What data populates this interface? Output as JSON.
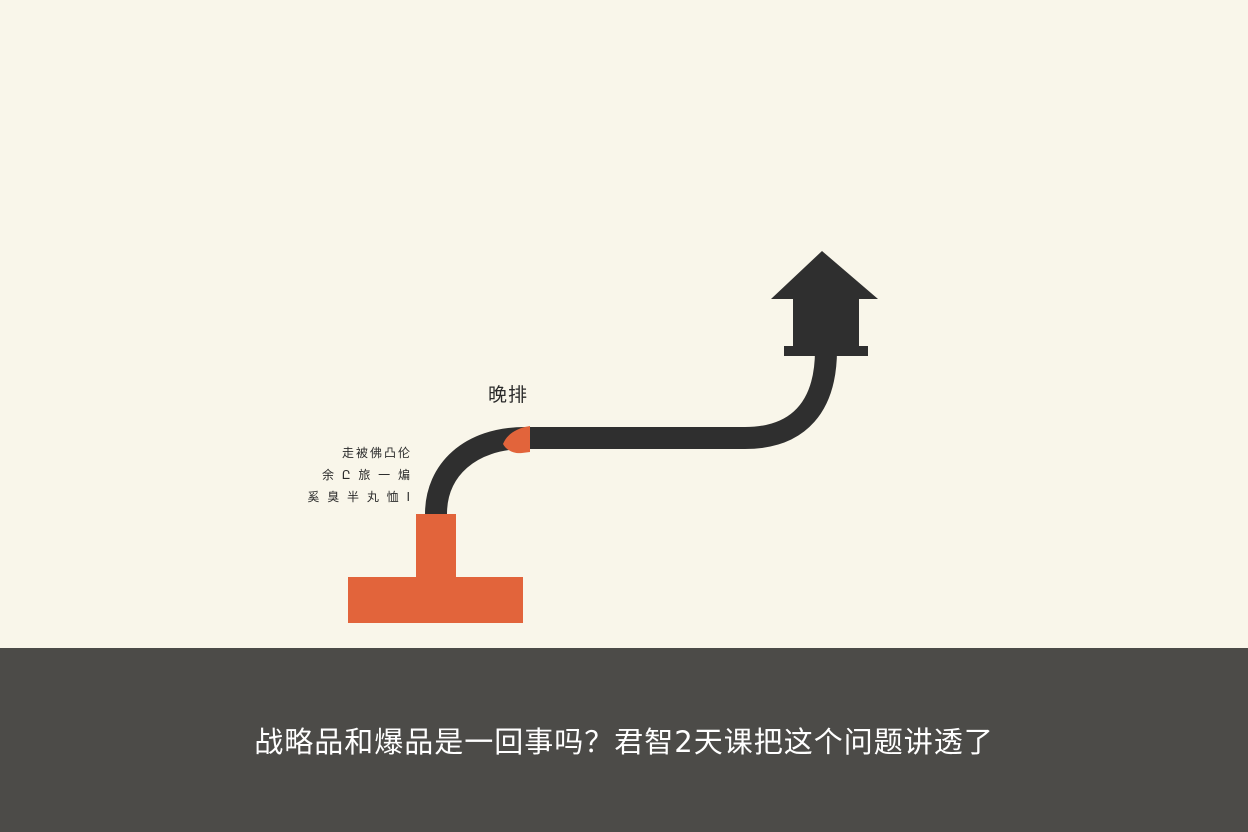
{
  "colors": {
    "background": "#f9f6ea",
    "band": "#4c4b48",
    "dark": "#2f2f2f",
    "accent": "#e2643b",
    "caption": "#ffffff"
  },
  "illustration": {
    "label": "晚排",
    "side_notes": [
      "走被佛凸伦",
      "余 Ը 旅 一 煸",
      "奚 臭 半 丸 恤 I"
    ],
    "icons": [
      "house-icon",
      "podium-base",
      "curved-path-arrow"
    ]
  },
  "caption": {
    "text": "战略品和爆品是一回事吗？君智2天课把这个问题讲透了"
  }
}
